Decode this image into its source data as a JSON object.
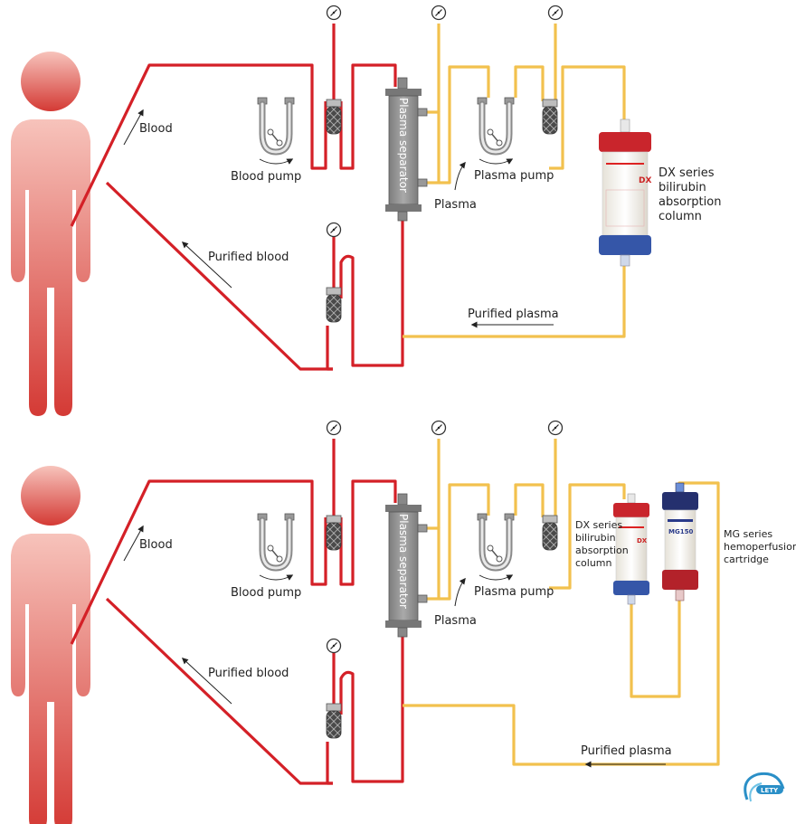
{
  "top": {
    "blood_label": "Blood",
    "blood_pump_label": "Blood pump",
    "plasma_separator_label": "Plasma separator",
    "plasma_label": "Plasma",
    "plasma_pump_label": "Plasma pump",
    "purified_blood_label": "Purified blood",
    "purified_plasma_label": "Purified plasma",
    "dx_column_label": [
      "DX series",
      "bilirubin",
      "absorption",
      "column"
    ],
    "dx_column_print": "DX"
  },
  "bottom": {
    "blood_label": "Blood",
    "blood_pump_label": "Blood pump",
    "plasma_separator_label": "Plasma separator",
    "plasma_label": "Plasma",
    "plasma_pump_label": "Plasma pump",
    "purified_blood_label": "Purified blood",
    "purified_plasma_label": "Purified plasma",
    "dx_column_label": [
      "DX series",
      "bilirubin",
      "absorption",
      "column"
    ],
    "mg_cartridge_label": [
      "MG series",
      "hemoperfusion",
      "cartridge"
    ],
    "dx_column_print": "DX",
    "mg_cartridge_print": "MG150"
  },
  "logo": {
    "text": "LETY"
  },
  "colors": {
    "blood": "#d42027",
    "plasma": "#f2c14e",
    "separator": "#8a8a8a",
    "body": "#e87a72"
  }
}
